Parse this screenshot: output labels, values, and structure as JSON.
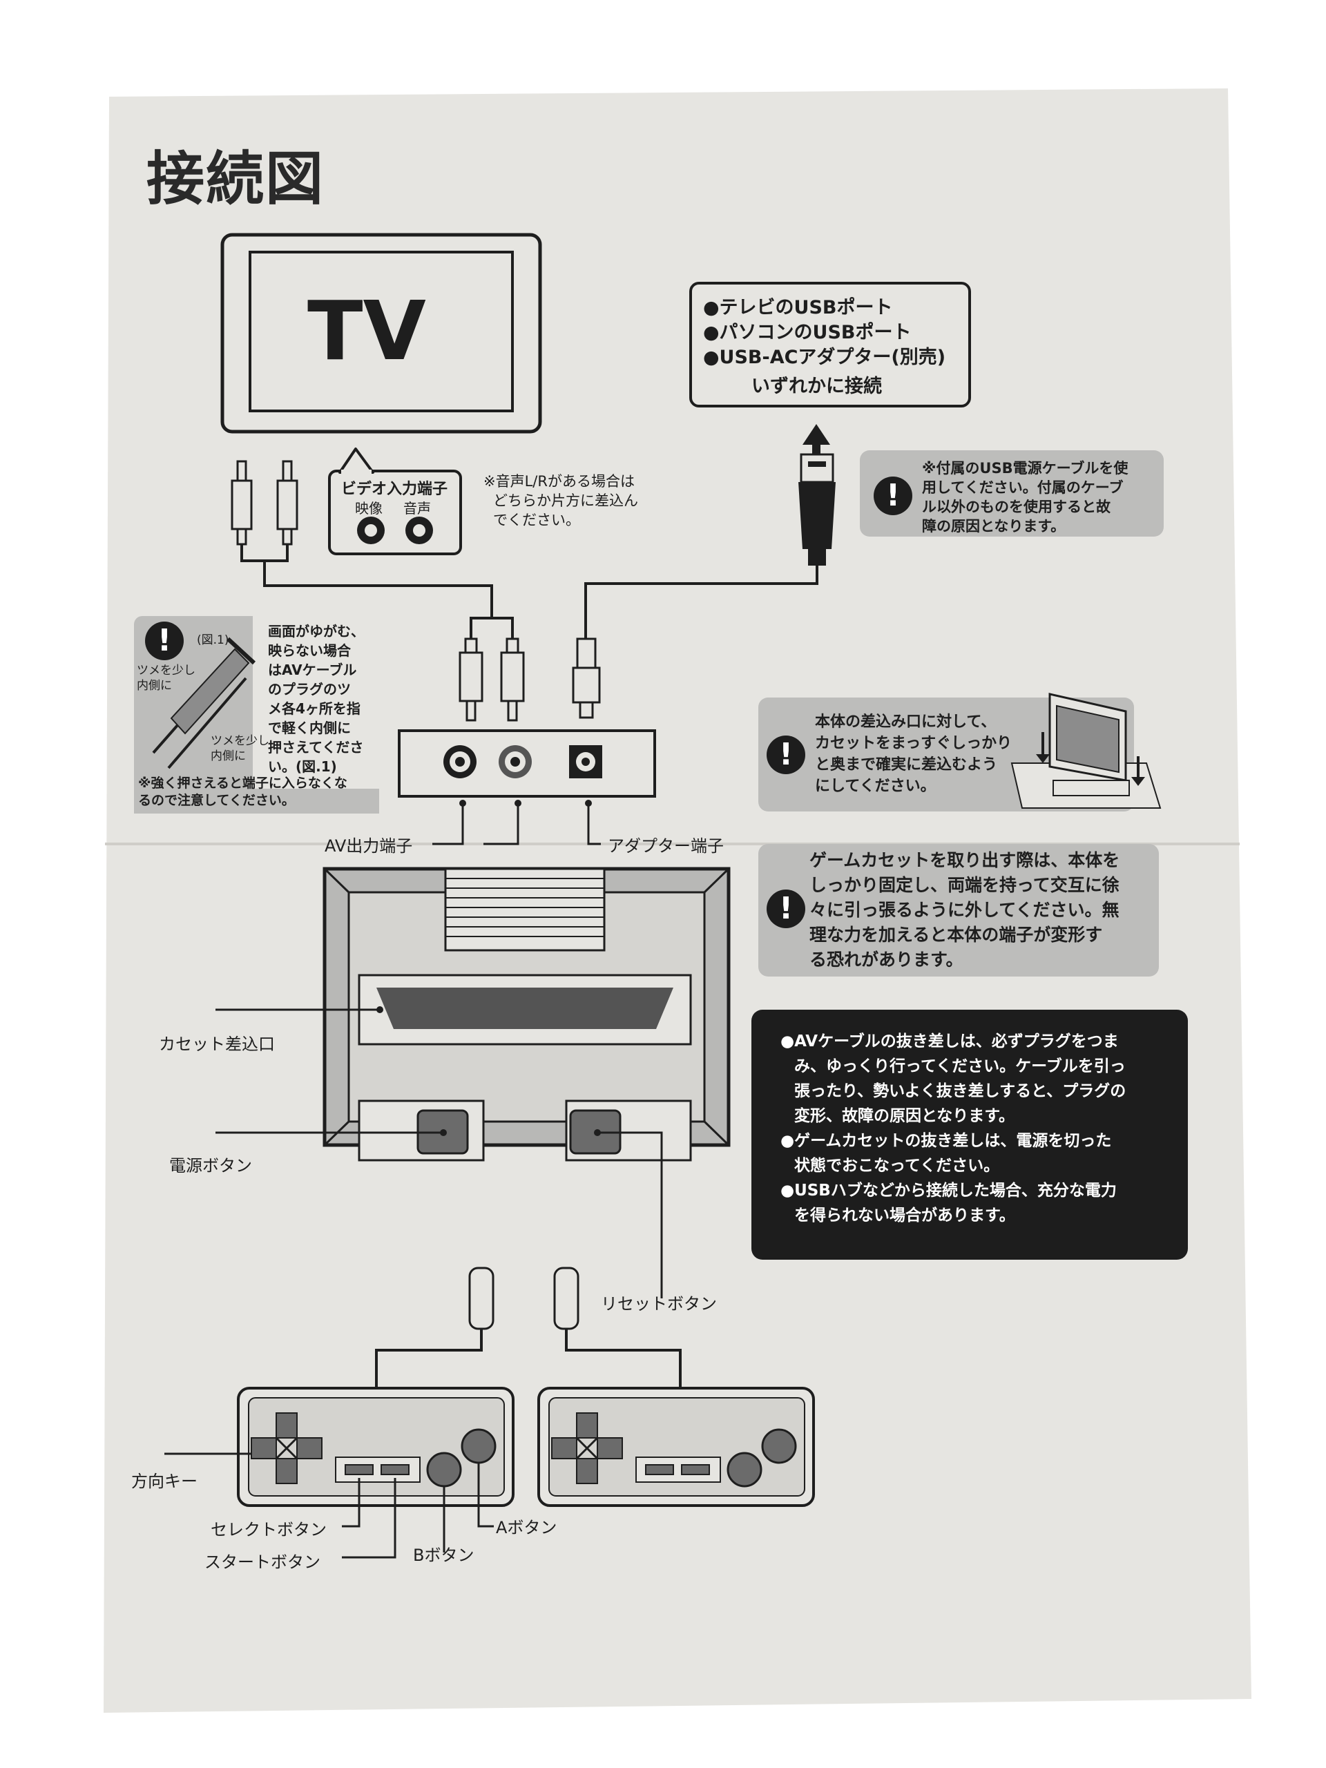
{
  "title": "接続図",
  "tv_label": "TV",
  "usb_box": {
    "items": [
      "●テレビのUSBポート",
      "●パソコンのUSBポート",
      "●USB-ACアダプター(別売)"
    ],
    "footer": "いずれかに接続"
  },
  "video_input": {
    "title": "ビデオ入力端子",
    "video": "映像",
    "audio": "音声"
  },
  "audio_note": [
    "※音声L/Rがある場合は",
    "どちらか片方に差込ん",
    "でください。"
  ],
  "usb_cable_note": [
    "※付属のUSB電源ケーブルを使",
    "用してください。付属のケーブ",
    "ル以外のものを使用すると故",
    "障の原因となります。"
  ],
  "plug_note": {
    "fig_label": "(図.1)",
    "tab_label_1": [
      "ツメを少し",
      "内側に"
    ],
    "tab_label_2": [
      "ツメを少し",
      "内側に"
    ],
    "text": [
      "画面がゆがむ、",
      "映らない場合",
      "はAVケーブル",
      "のプラグのツ",
      "メ各4ヶ所を指",
      "で軽く内側に",
      "押さえてくださ",
      "い。(図.1)"
    ],
    "footer": [
      "※強く押さえると端子に入らなくな",
      "るので注意してください。"
    ]
  },
  "cassette_insert_note": [
    "本体の差込み口に対して、",
    "カセットをまっすぐしっかり",
    "と奥まで確実に差込むよう",
    "にしてください。"
  ],
  "cassette_remove_note": [
    "ゲームカセットを取り出す際は、本体を",
    "しっかり固定し、両端を持って交互に徐",
    "々に引っ張るように外してください。無",
    "理な力を加えると本体の端子が変形す",
    "る恐れがあります。"
  ],
  "black_box": [
    "●AVケーブルの抜き差しは、必ずプラグをつま",
    "み、ゆっくり行ってください。ケーブルを引っ",
    "張ったり、勢いよく抜き差しすると、プラグの",
    "変形、故障の原因となります。",
    "●ゲームカセットの抜き差しは、電源を切った",
    "状態でおこなってください。",
    "●USBハブなどから接続した場合、充分な電力",
    "を得られない場合があります。"
  ],
  "labels": {
    "av_out": "AV出力端子",
    "adapter": "アダプター端子",
    "cassette_slot": "カセット差込口",
    "power_button": "電源ボタン",
    "reset_button": "リセットボタン",
    "dpad": "方向キー",
    "select_button": "セレクトボタン",
    "start_button": "スタートボタン",
    "b_button": "Bボタン",
    "a_button": "Aボタン"
  },
  "colors": {
    "paper": "#e6e5e1",
    "panel_gray": "#bdbdbb",
    "ink": "#1e1e1e",
    "black_box": "#1d1d1d"
  }
}
